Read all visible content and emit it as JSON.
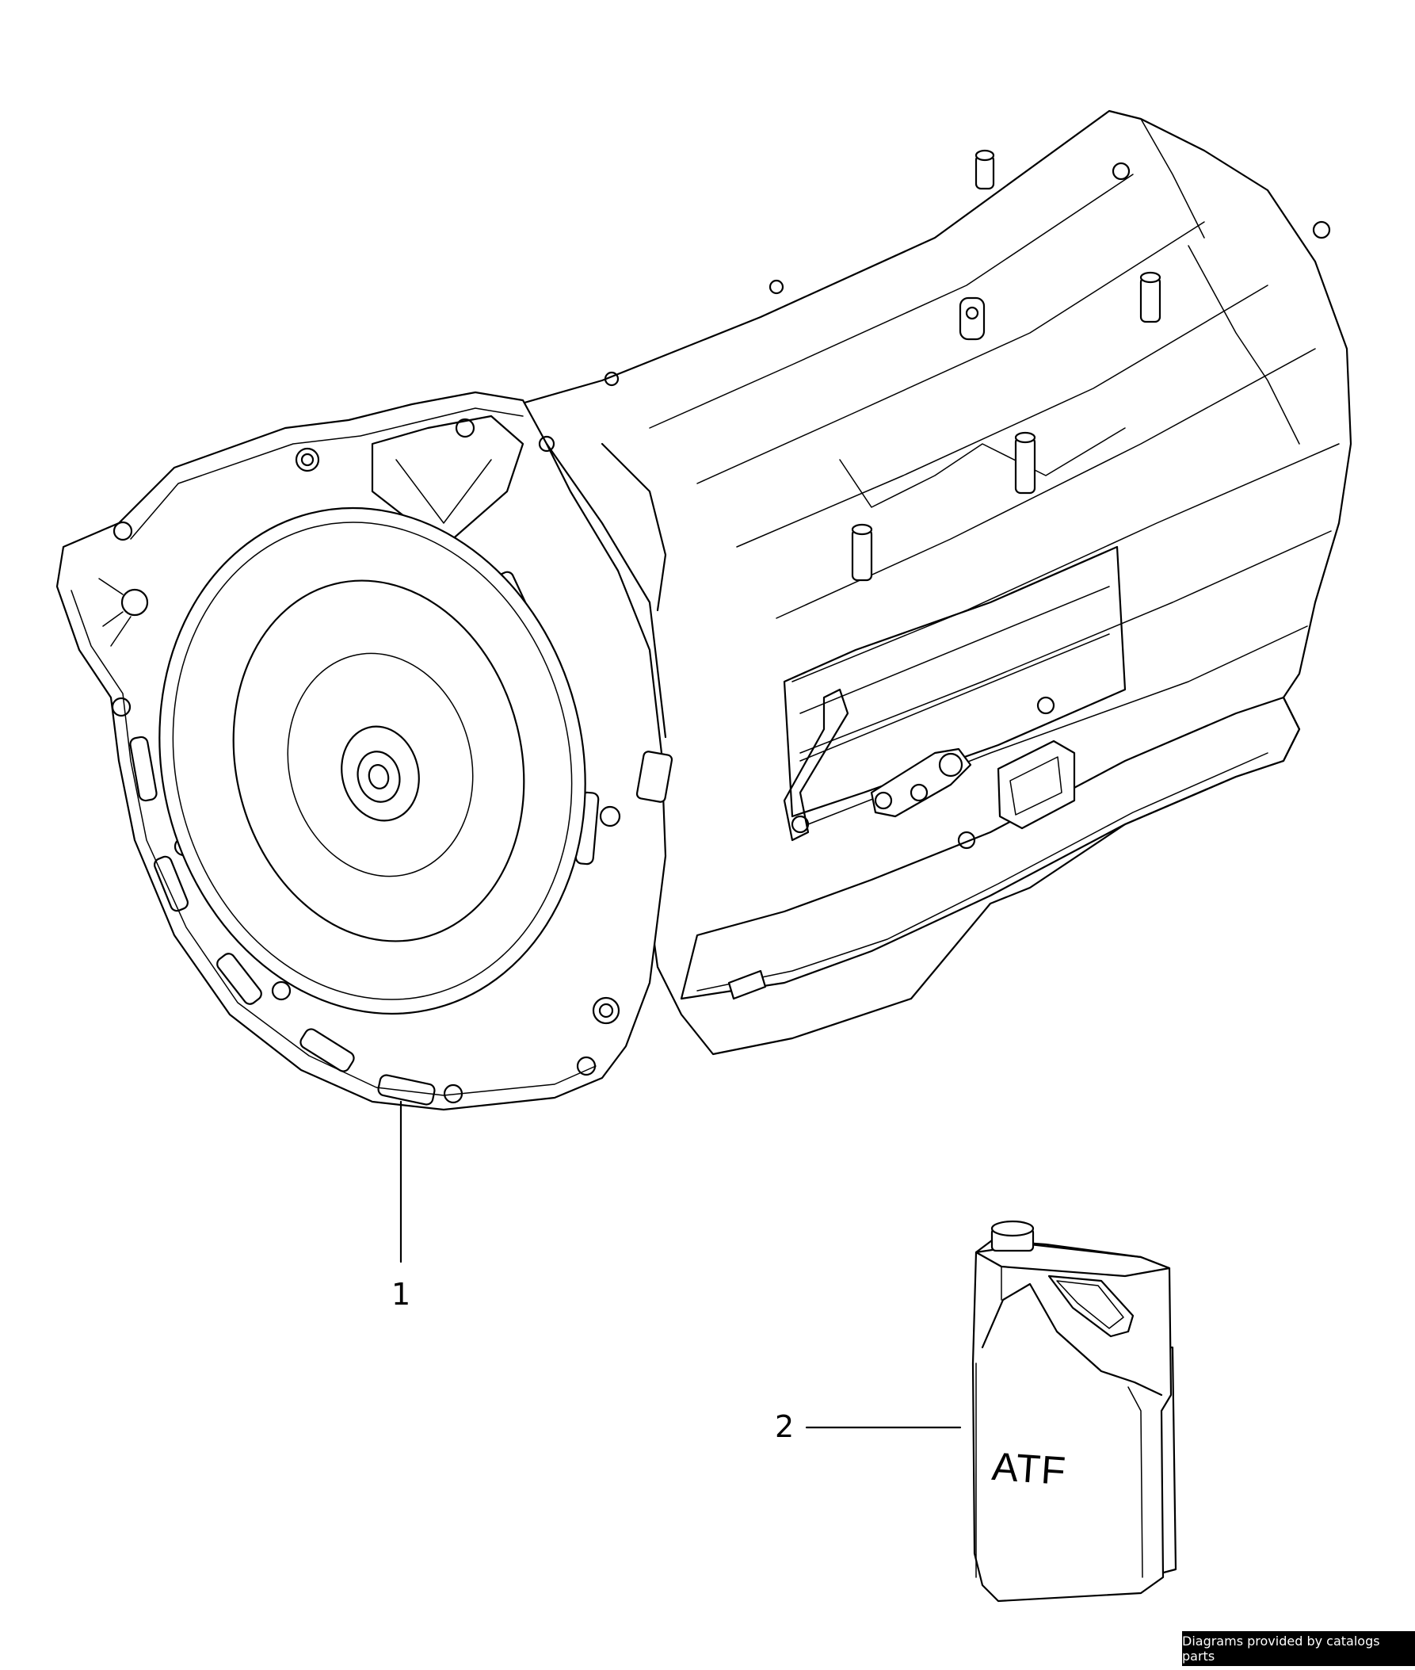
{
  "callouts": [
    {
      "number": "1"
    },
    {
      "number": "2"
    }
  ],
  "container_label": "ATF",
  "credit": "Diagrams provided by catalogs parts",
  "colors": {
    "line": "#000000",
    "background": "#ffffff",
    "badge_bg": "#000000",
    "badge_text": "#ffffff"
  }
}
